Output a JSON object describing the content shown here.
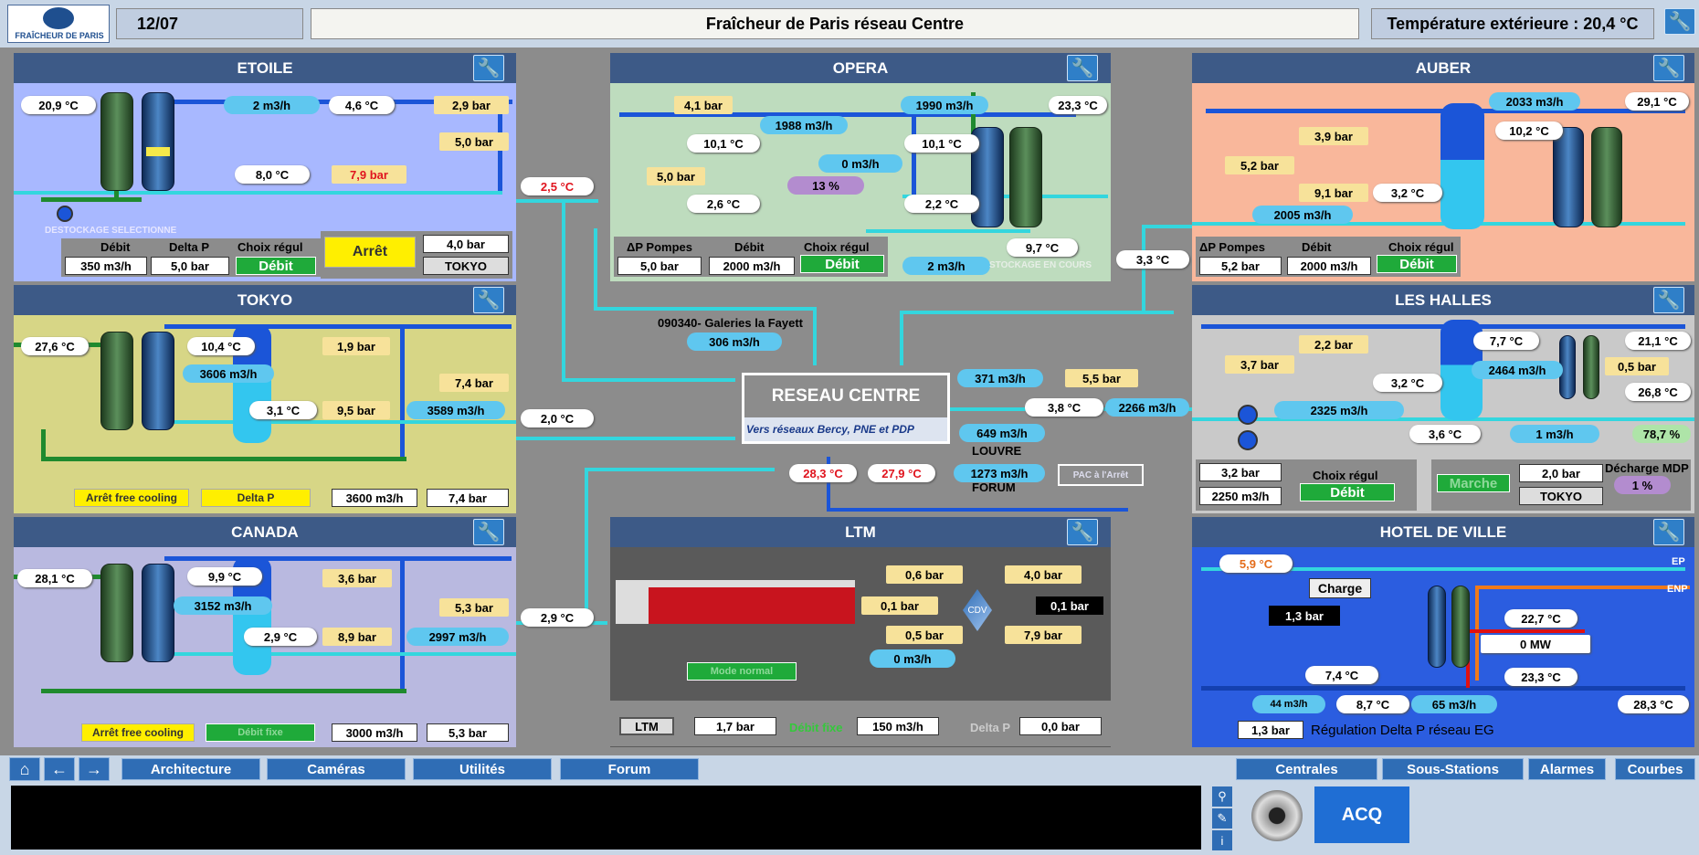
{
  "header": {
    "date": "12/07",
    "title": "Fraîcheur de Paris réseau Centre",
    "ext_temp": "Température extérieure : 20,4 °C",
    "logo_text": "FRAÎCHEUR DE PARIS"
  },
  "etoile": {
    "title": "ETOILE",
    "t1": "20,9 °C",
    "flow": "2 m3/h",
    "t2": "4,6 °C",
    "p1": "2,9 bar",
    "p2": "5,0 bar",
    "t3": "8,0 °C",
    "p3": "7,9 bar",
    "destockage": "DESTOCKAGE SELECTIONNE",
    "h_debit": "Débit",
    "h_deltap": "Delta P",
    "h_choix": "Choix régul",
    "debit": "350 m3/h",
    "deltap": "5,0 bar",
    "choix": "Débit",
    "arret": "Arrêt",
    "p4": "4,0 bar",
    "tokyo": "TOKYO",
    "out_temp": "2,5 °C"
  },
  "tokyo": {
    "title": "TOKYO",
    "t1": "27,6 °C",
    "t2": "10,4 °C",
    "p1": "1,9 bar",
    "flow1": "3606 m3/h",
    "p2": "7,4 bar",
    "t3": "3,1 °C",
    "p3": "9,5 bar",
    "flow2": "3589 m3/h",
    "arret_fc": "Arrêt free cooling",
    "deltap": "Delta P",
    "flow3": "3600 m3/h",
    "p4": "7,4 bar",
    "out_temp": "2,0 °C"
  },
  "canada": {
    "title": "CANADA",
    "t1": "28,1 °C",
    "t2": "9,9 °C",
    "p1": "3,6 bar",
    "flow1": "3152 m3/h",
    "p2": "5,3 bar",
    "t3": "2,9 °C",
    "p3": "8,9 bar",
    "flow2": "2997 m3/h",
    "arret_fc": "Arrêt free cooling",
    "debit_fixe": "Débit fixe",
    "flow3": "3000 m3/h",
    "p4": "5,3 bar",
    "out_temp": "2,9 °C"
  },
  "opera": {
    "title": "OPERA",
    "p1": "4,1 bar",
    "flow1": "1988 m3/h",
    "flow2": "1990 m3/h",
    "t1": "23,3 °C",
    "t2": "10,1 °C",
    "t3": "10,1 °C",
    "flow3": "0 m3/h",
    "p2": "5,0 bar",
    "pct": "13 %",
    "t4": "2,6 °C",
    "t5": "2,2 °C",
    "t6": "9,7 °C",
    "flow4": "2 m3/h",
    "stockage": "STOCKAGE EN COURS",
    "h_dp": "ΔP Pompes",
    "h_debit": "Débit",
    "h_choix": "Choix régul",
    "dp": "5,0 bar",
    "debit": "2000 m3/h",
    "choix": "Débit"
  },
  "auber": {
    "title": "AUBER",
    "flow1": "2033 m3/h",
    "t1": "29,1 °C",
    "p1": "3,9 bar",
    "t2": "10,2 °C",
    "p2": "5,2 bar",
    "p3": "9,1 bar",
    "t3": "3,2 °C",
    "flow2": "2005 m3/h",
    "h_dp": "ΔP Pompes",
    "h_debit": "Débit",
    "h_choix": "Choix régul",
    "dp": "5,2 bar",
    "debit": "2000 m3/h",
    "choix": "Débit",
    "out_temp": "3,3 °C"
  },
  "halles": {
    "title": "LES HALLES",
    "p1": "2,2 bar",
    "t1": "7,7 °C",
    "t2": "21,1 °C",
    "p2": "3,7 bar",
    "t3": "3,2 °C",
    "flow1": "2464 m3/h",
    "p3": "0,5 bar",
    "t4": "26,8 °C",
    "flow2": "2325 m3/h",
    "t5": "3,6 °C",
    "flow3": "1 m3/h",
    "pct": "78,7 %",
    "p4": "3,2 bar",
    "flow4": "2250 m3/h",
    "h_choix": "Choix régul",
    "choix": "Débit",
    "marche": "Marche",
    "p5": "2,0 bar",
    "tokyo": "TOKYO",
    "decharge": "Décharge MDP",
    "decharge_pct": "1 %"
  },
  "center": {
    "galeries": "090340- Galeries la Fayett",
    "flow_gal": "306 m3/h",
    "reseau": "RESEAU CENTRE",
    "vers": "Vers réseaux Bercy, PNE et PDP",
    "t1": "28,3 °C",
    "t2": "27,9 °C",
    "flow1": "371 m3/h",
    "p1": "5,5 bar",
    "t3": "3,8 °C",
    "flow2": "2266 m3/h",
    "flow3": "649 m3/h",
    "louvre": "LOUVRE",
    "flow4": "1273 m3/h",
    "forum": "FORUM",
    "pac": "PAC à l'Arrêt"
  },
  "ltm": {
    "title": "LTM",
    "p1": "0,6 bar",
    "p2": "4,0 bar",
    "p3": "0,1 bar",
    "cdv": "CDV",
    "p4": "0,1 bar",
    "p5": "0,5 bar",
    "p6": "7,9 bar",
    "flow": "0 m3/h",
    "mode": "Mode normal",
    "btn": "LTM",
    "p7": "1,7 bar",
    "debit_fixe": "Débit fixe",
    "flow2": "150 m3/h",
    "deltap": "Delta P",
    "p8": "0,0 bar"
  },
  "hdv": {
    "title": "HOTEL DE VILLE",
    "t1": "5,9 °C",
    "charge": "Charge",
    "p1": "1,3 bar",
    "t2": "22,7 °C",
    "power": "0 MW",
    "t3": "7,4 °C",
    "t4": "23,3 °C",
    "flow1": "44 m3/h",
    "t5": "8,7 °C",
    "flow2": "65 m3/h",
    "t6": "28,3 °C",
    "p2": "1,3 bar",
    "regul": "Régulation Delta P réseau EG",
    "ep": "EP",
    "enp": "ENP"
  },
  "nav": {
    "architecture": "Architecture",
    "cameras": "Caméras",
    "utilites": "Utilités",
    "forum": "Forum",
    "centrales": "Centrales",
    "sous_stations": "Sous-Stations",
    "alarmes": "Alarmes",
    "courbes": "Courbes"
  },
  "footer": {
    "acq": "ACQ"
  }
}
